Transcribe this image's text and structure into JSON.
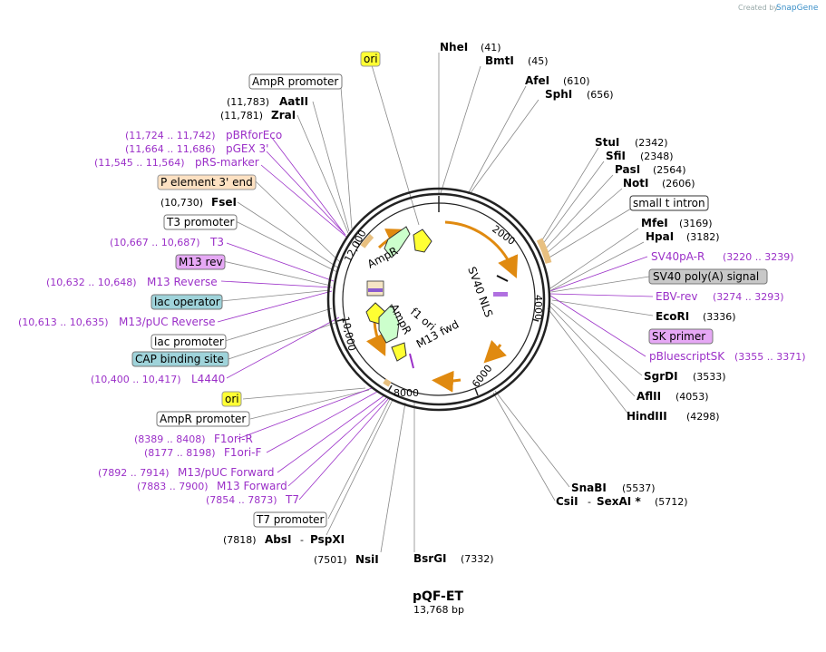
{
  "plasmid": {
    "name": "pQF-ET",
    "size_label": "13,768 bp"
  },
  "watermark": {
    "prefix": "Created by",
    "brand": "SnapGene"
  },
  "ticks": [
    "2000",
    "4000",
    "6000",
    "8000",
    "10,000",
    "12,000"
  ],
  "features": {
    "ampr_upper": "AmpR",
    "ampr_lower": "AmpR",
    "f1_ori": "f1 ori",
    "m13_fwd": "M13 fwd",
    "sv40_nls": "SV40 NLS"
  },
  "enzymes_right": [
    {
      "name": "NheI",
      "pos": "(41)"
    },
    {
      "name": "BmtI",
      "pos": "(45)"
    },
    {
      "name": "AfeI",
      "pos": "(610)"
    },
    {
      "name": "SphI",
      "pos": "(656)"
    },
    {
      "name": "StuI",
      "pos": "(2342)"
    },
    {
      "name": "SfiI",
      "pos": "(2348)"
    },
    {
      "name": "PasI",
      "pos": "(2564)"
    },
    {
      "name": "NotI",
      "pos": "(2606)"
    },
    {
      "name": "MfeI",
      "pos": "(3169)"
    },
    {
      "name": "HpaI",
      "pos": "(3182)"
    },
    {
      "name": "EcoRI",
      "pos": "(3336)"
    },
    {
      "name": "SgrDI",
      "pos": "(3533)"
    },
    {
      "name": "AflII",
      "pos": "(4053)"
    },
    {
      "name": "HindIII",
      "pos": "(4298)"
    },
    {
      "name": "SnaBI",
      "pos": "(5537)"
    },
    {
      "name": "CsiI",
      "sep": "-",
      "name2": "SexAI *",
      "pos": "(5712)"
    },
    {
      "name": "BsrGI",
      "pos": "(7332)"
    }
  ],
  "enzymes_left": [
    {
      "name": "AatII",
      "pos": "(11,783)"
    },
    {
      "name": "ZraI",
      "pos": "(11,781)"
    },
    {
      "name": "FseI",
      "pos": "(10,730)"
    },
    {
      "name": "AbsI",
      "sep": "-",
      "name2": "PspXI",
      "pos": "(7818)"
    },
    {
      "name": "NsiI",
      "pos": "(7501)"
    }
  ],
  "primers_right": [
    {
      "name": "SV40pA-R",
      "range": "(3220 .. 3239)"
    },
    {
      "name": "EBV-rev",
      "range": "(3274 .. 3293)"
    },
    {
      "name": "pBluescriptSK",
      "range": "(3355 .. 3371)"
    }
  ],
  "primers_left": [
    {
      "name": "pBRforEco",
      "range": "(11,724 .. 11,742)"
    },
    {
      "name": "pGEX 3'",
      "range": "(11,664 .. 11,686)"
    },
    {
      "name": "pRS-marker",
      "range": "(11,545 .. 11,564)"
    },
    {
      "name": "T3",
      "range": "(10,667 .. 10,687)"
    },
    {
      "name": "M13 Reverse",
      "range": "(10,632 .. 10,648)"
    },
    {
      "name": "M13/pUC Reverse",
      "range": "(10,613 .. 10,635)"
    },
    {
      "name": "L4440",
      "range": "(10,400 .. 10,417)"
    },
    {
      "name": "F1ori-R",
      "range": "(8389 .. 8408)"
    },
    {
      "name": "F1ori-F",
      "range": "(8177 .. 8198)"
    },
    {
      "name": "M13/pUC Forward",
      "range": "(7892 .. 7914)"
    },
    {
      "name": "M13 Forward",
      "range": "(7883 .. 7900)"
    },
    {
      "name": "T7",
      "range": "(7854 .. 7873)"
    }
  ],
  "boxes": {
    "ori_top": "ori",
    "ampr_promoter_top": "AmpR promoter",
    "p_element": "P element 3' end",
    "t3_promoter": "T3 promoter",
    "m13_rev": "M13 rev",
    "lac_operator": "lac operator",
    "lac_promoter": "lac promoter",
    "cap_site": "CAP binding site",
    "ori_bottom": "ori",
    "ampr_promoter_bottom": "AmpR promoter",
    "t7_promoter": "T7 promoter",
    "small_t_intron": "small t intron",
    "sv40_polya": "SV40 poly(A) signal",
    "sk_primer": "SK primer"
  },
  "colors": {
    "primer": "#9b30c8",
    "ori_fill": "#ffff33",
    "ampr_fill": "#ccffcc",
    "orange": "#f0a020",
    "lac_fill": "#9fd3da",
    "m13rev_fill": "#e6a8f5",
    "pelement_fill": "#fde1c2",
    "grey_fill": "#c8c8c8"
  }
}
